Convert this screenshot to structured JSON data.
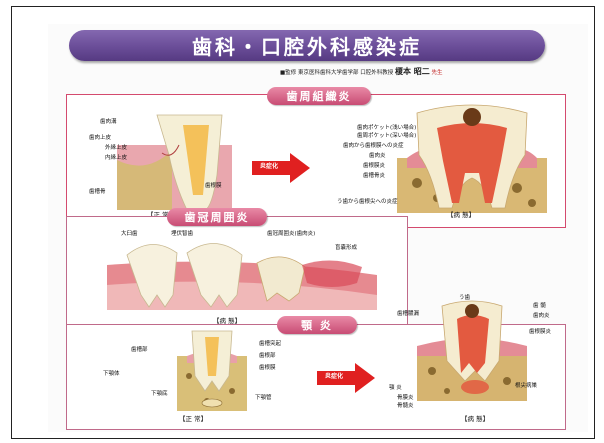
{
  "title": "歯科・口腔外科感染症",
  "supervisor": {
    "prefix": "■監修",
    "affiliation": "東京医科歯科大学歯学部 口腔外科教授",
    "name": "榎本 昭二",
    "honorific": "先生"
  },
  "panel1": {
    "title": "歯周組織炎",
    "arrow_label": "炎症化",
    "normal_caption": "【正 常】",
    "disease_caption": "【病 態】",
    "left_labels": [
      "歯肉溝",
      "歯肉上皮",
      "外縁上皮",
      "内縁上皮",
      "歯槽骨",
      "歯根膜"
    ],
    "right_labels": [
      "歯肉ポケット(浅い場合)",
      "歯周ポケット(深い場合)",
      "歯肉から歯根膜への炎症",
      "歯肉炎",
      "歯根膜炎",
      "歯槽骨炎",
      "う歯から歯根尖への炎症"
    ]
  },
  "panel2": {
    "title": "歯冠周囲炎",
    "caption": "【病 態】",
    "labels": [
      "大臼歯",
      "埋伏智歯",
      "歯冠周囲炎(歯肉炎)",
      "盲嚢形成"
    ]
  },
  "panel3": {
    "title": "顎 炎",
    "arrow_label": "炎症化",
    "normal_caption": "【正 常】",
    "disease_caption": "【病 態】",
    "left_labels": [
      "歯槽部",
      "下顎体",
      "下顎底",
      "歯槽突起",
      "歯根部",
      "歯根膜",
      "下顎管"
    ],
    "right_labels": [
      "う歯",
      "歯槽膿漏",
      "歯 髄",
      "歯肉炎",
      "歯根膜炎",
      "顎 炎",
      "骨膜炎",
      "骨髄炎",
      "根尖病巣"
    ]
  },
  "colors": {
    "title_bar": "#6a4d98",
    "section_pink": "#d4567e",
    "arrow_red": "#e02020",
    "gum_pink": "#e8a0a8",
    "bone": "#d9c07a",
    "enamel": "#f6efd8"
  }
}
